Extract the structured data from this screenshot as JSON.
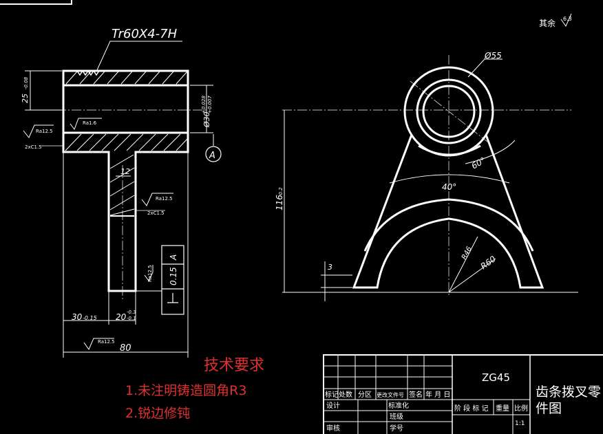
{
  "drawing": {
    "thread_spec": "Tr60X4-7H",
    "dim_25": "25",
    "dim_25_tol": "-0.08",
    "dim_bore": "Ø30",
    "dim_bore_tol_up": "+0.028",
    "dim_bore_tol_lo": "+0.007",
    "datum_a": "A",
    "rough_ra": "Ra12.5",
    "rough_ra16": "Ra1.6",
    "chamfer": "2xC1.5",
    "web_thk": "12",
    "dim_30": "30",
    "dim_30_tol": "-0.15",
    "dim_20": "20",
    "dim_20_tol_up": "-0.3",
    "dim_20_tol_lo": "-0.1",
    "dim_80": "80",
    "tol_value": "0.15",
    "tol_datum": "A",
    "dim_phi55": "Ø55",
    "angle_60": "60°",
    "angle_40": "40°",
    "dim_116": "116",
    "dim_116_tol": "-0.2",
    "dim_r60": "R60",
    "dim_r": "R46",
    "dim_3": "3",
    "roughness_rest_label": "其余",
    "roughness_rest_value": "6.3"
  },
  "notes": {
    "title": "技术要求",
    "item1": "1.未注明铸造圆角R3",
    "item2": "2.锐边修钝"
  },
  "title_block": {
    "material": "ZG45",
    "part_name_line1": "齿条拨叉零",
    "part_name_line2": "件图",
    "col_mark": "标记",
    "col_count": "处数",
    "col_zone": "分区",
    "col_docno": "更改文件号",
    "col_sign": "签名",
    "col_date": "年 月 日",
    "row_design": "设计",
    "row_std": "标准化",
    "row_class": "班级",
    "row_review": "审核",
    "row_stuno": "学号",
    "stage_mark": "阶 段 标 记",
    "weight": "重量",
    "scale_label": "比例",
    "scale_value": "1:1"
  }
}
